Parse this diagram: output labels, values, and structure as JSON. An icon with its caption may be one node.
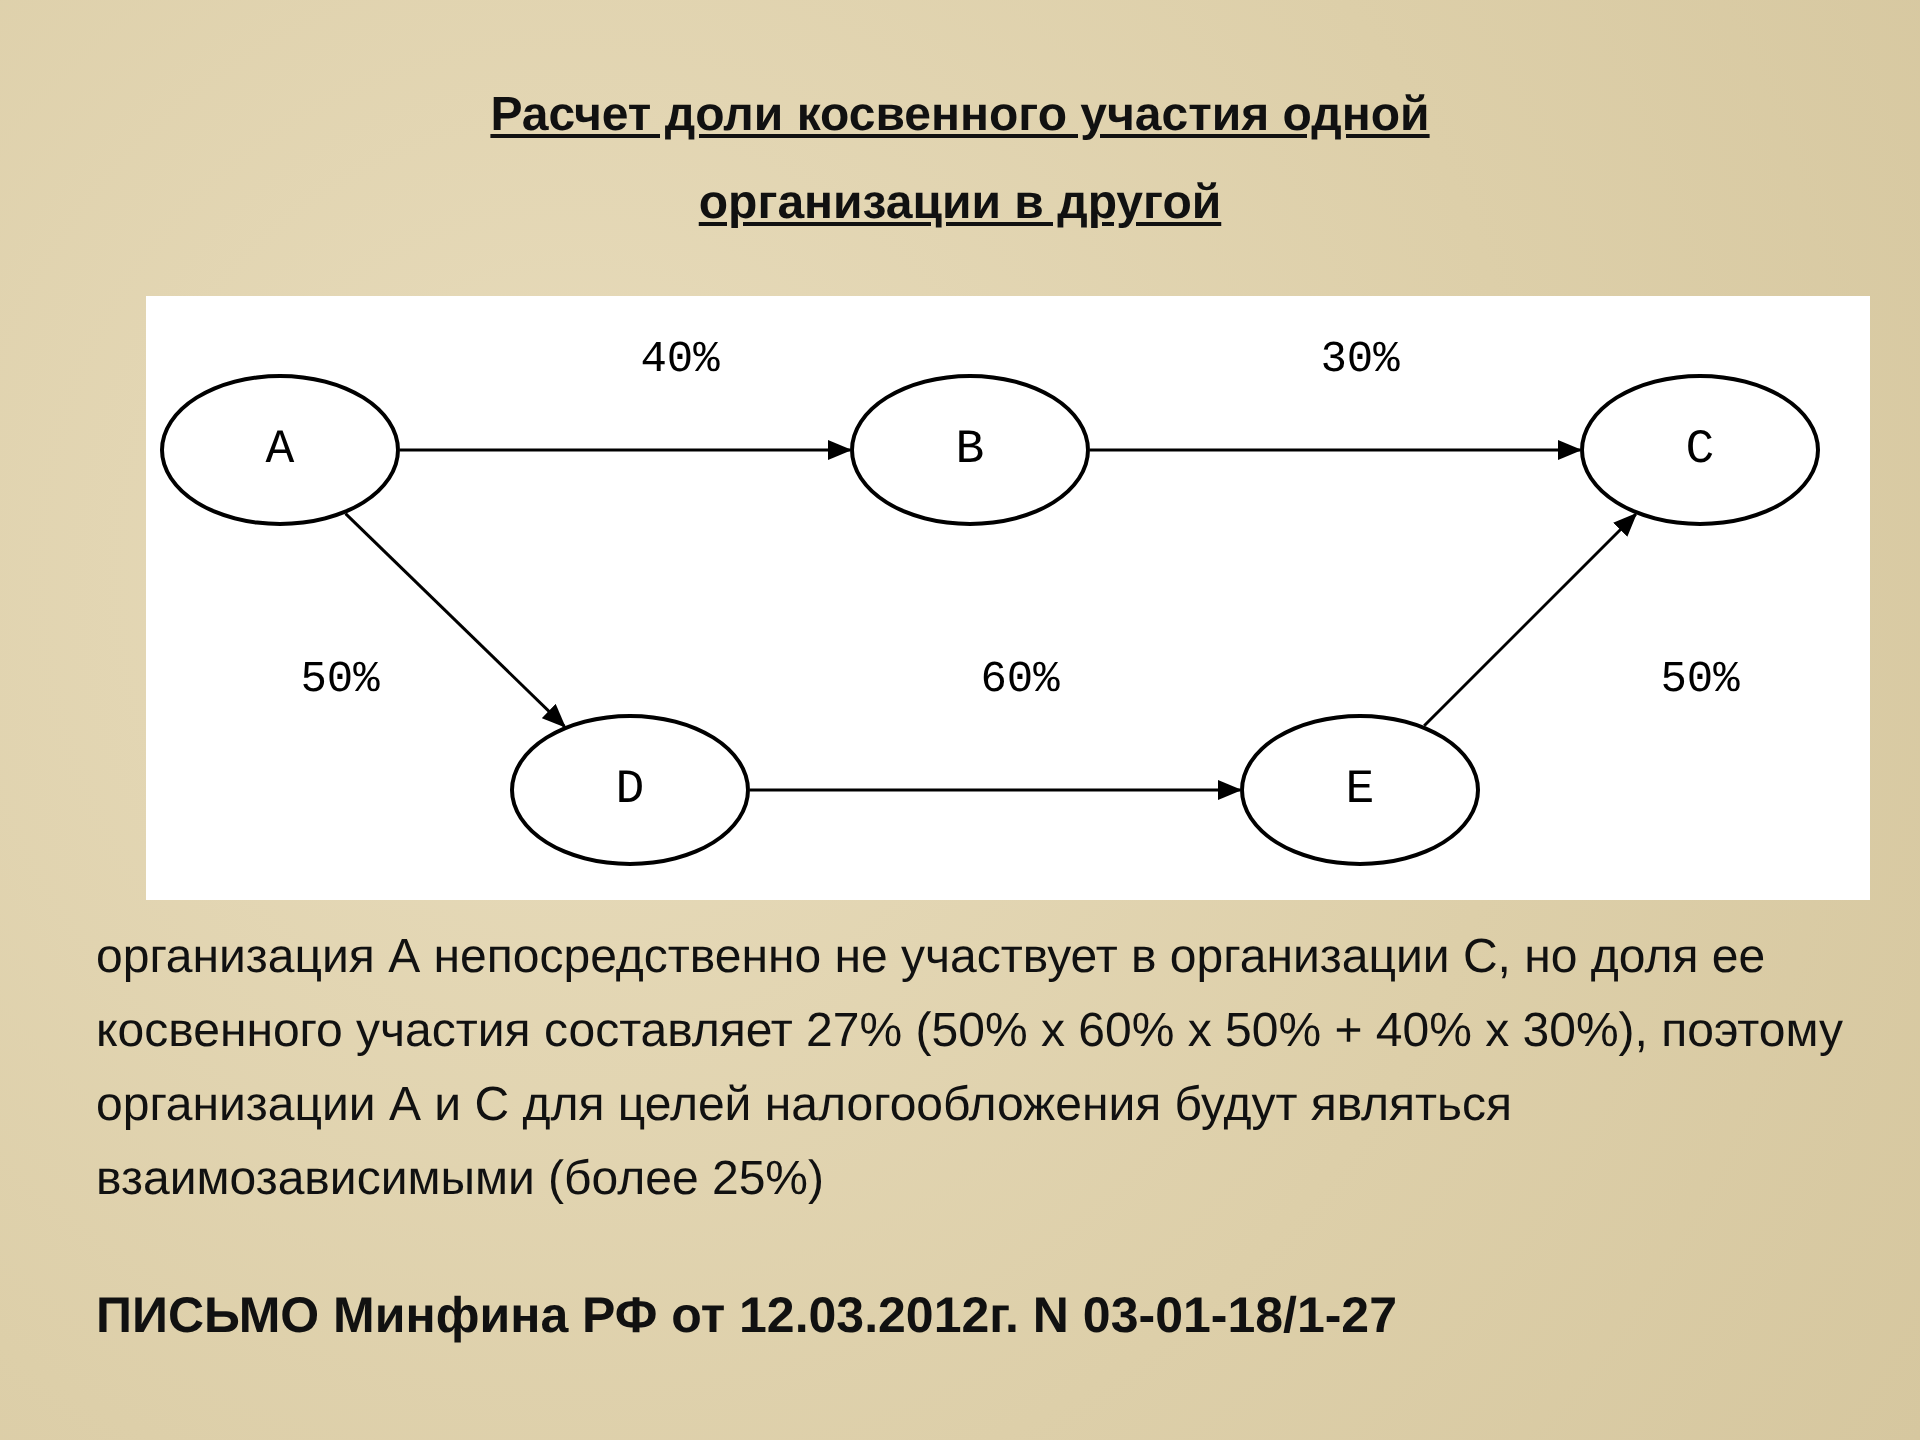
{
  "diagram": {
    "title": "Расчет доли косвенного участия одной организации в другой",
    "nodes": [
      {
        "text": [
          "A"
        ]
      },
      {
        "text": [
          "B"
        ]
      },
      {
        "text": [
          "C"
        ]
      },
      {
        "text": [
          "D"
        ]
      },
      {
        "text": [
          "E"
        ]
      }
    ],
    "edges": [
      {
        "from": 0,
        "to": 1,
        "arrow": "to",
        "label": "40%"
      },
      {
        "from": 1,
        "to": 2,
        "arrow": "to",
        "label": "30%"
      },
      {
        "from": 0,
        "to": 3,
        "arrow": "to",
        "label": "50%"
      },
      {
        "from": 3,
        "to": 4,
        "arrow": "to",
        "label": "60%"
      },
      {
        "from": 4,
        "to": 2,
        "arrow": "to",
        "label": "50%"
      }
    ],
    "labels": [
      "организация А непосредственно не участвует в организации С, но доля ее косвенного участия составляет 27% (50% x 60% x 50% + 40% x 30%), поэтому организации А и С для целей налогообложения будут являться взаимозависимыми (более 25%)",
      "ПИСЬМО Минфина РФ от 12.03.2012г. N 03-01-18/1-27"
    ]
  }
}
